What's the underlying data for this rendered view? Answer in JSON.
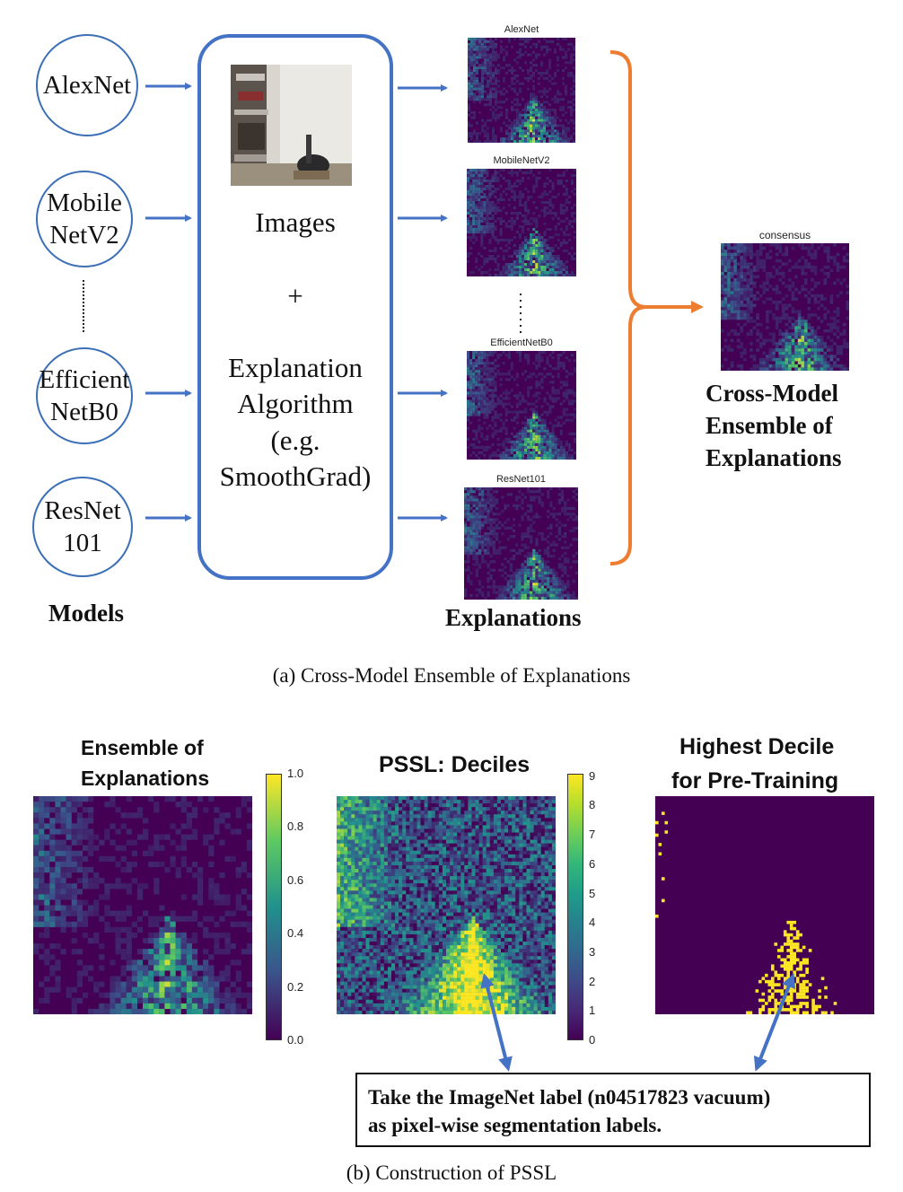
{
  "part_a": {
    "models": [
      "AlexNet",
      "Mobile NetV2",
      "Efficient NetB0",
      "ResNet 101"
    ],
    "models_label": "Models",
    "center_box": {
      "images_label": "Images",
      "plus": "+",
      "algo_line1": "Explanation",
      "algo_line2": "Algorithm",
      "algo_line3": "(e.g.",
      "algo_line4": "SmoothGrad)"
    },
    "explanation_titles": [
      "AlexNet",
      "MobileNetV2",
      "EfficientNetB0",
      "ResNet101"
    ],
    "explanations_label": "Explanations",
    "consensus_title": "consensus",
    "ensemble_label_line1": "Cross-Model",
    "ensemble_label_line2": "Ensemble of",
    "ensemble_label_line3": "Explanations",
    "caption": "(a) Cross-Model Ensemble of Explanations",
    "colors": {
      "arrow_blue": "#4472c4",
      "bracket_orange": "#ed7d31"
    }
  },
  "part_b": {
    "panel1_title_line1": "Ensemble of",
    "panel1_title_line2": "Explanations",
    "panel1_colorbar_ticks": [
      "1.0",
      "0.8",
      "0.6",
      "0.4",
      "0.2",
      "0.0"
    ],
    "panel2_title": "PSSL: Deciles",
    "panel2_colorbar_ticks": [
      "9",
      "8",
      "7",
      "6",
      "5",
      "4",
      "3",
      "2",
      "1",
      "0"
    ],
    "panel3_title_line1": "Highest Decile",
    "panel3_title_line2": "for Pre-Training",
    "callout_line1": "Take the ImageNet label (n04517823 vacuum)",
    "callout_line2": "as pixel-wise segmentation labels.",
    "caption": "(b) Construction of PSSL",
    "colors": {
      "viridis_dark": "#440154",
      "viridis_yellow": "#fde725"
    }
  }
}
